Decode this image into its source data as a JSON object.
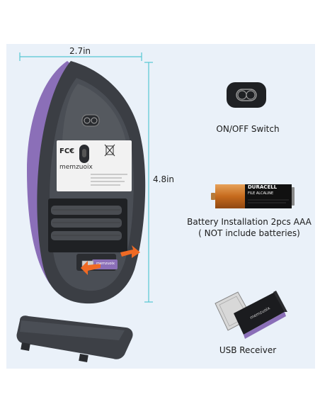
{
  "dimensions": {
    "width_label": "2.7in",
    "height_label": "4.8in"
  },
  "mouse": {
    "brand_label": "memzuoix",
    "fcc_label": "FC€",
    "dongle_label": "memzuoix"
  },
  "features": [
    {
      "label": "ON/OFF Switch"
    },
    {
      "label_line1": "Battery Installation 2pcs AAA",
      "label_line2": "( NOT include batteries)"
    },
    {
      "label": "USB Receiver"
    }
  ],
  "battery": {
    "brand_text": "DURACELL",
    "type_text": "FILE ALCALINE"
  },
  "usb": {
    "brand_text": "memzuoix"
  },
  "colors": {
    "accent_purple": "#8b6fb8",
    "dimension_line": "#56c7d3",
    "panel_bg": "#eaf1f9"
  }
}
